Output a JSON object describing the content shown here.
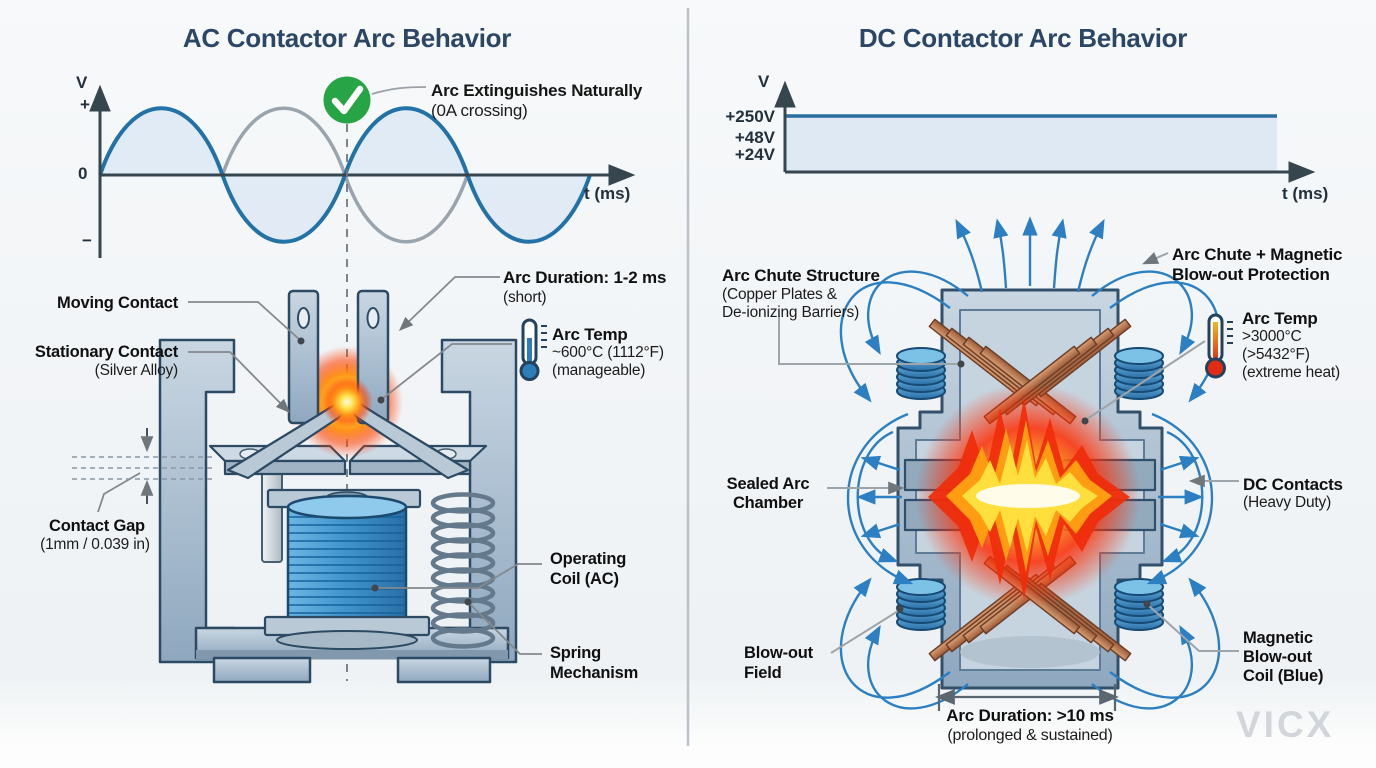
{
  "watermark": "VICX",
  "colors": {
    "title_navy": "#2c4666",
    "wave_blue": "#2272a8",
    "wave_gray": "#9aa4ad",
    "area_fill_blue": "#dfe9f4",
    "check_green": "#27a546",
    "field_line_blue": "#2b7fc2",
    "arc_red": "#ef2c0c",
    "arc_orange": "#ff9c12",
    "arc_yellow": "#ffdf3e",
    "copper": "#c08560",
    "coil_blue": "#4a9fd4"
  },
  "left_panel": {
    "title": "AC Contactor Arc Behavior",
    "graph": {
      "y_axis": "V",
      "tick_plus": "+",
      "tick_zero": "0",
      "tick_minus": "−",
      "x_axis": "t (ms)",
      "note1": "Arc Extinguishes Naturally",
      "note2": "(0A crossing)"
    },
    "labels": {
      "moving_contact": "Moving Contact",
      "stationary1": "Stationary Contact",
      "stationary2": "(Silver Alloy)",
      "gap1": "Contact Gap",
      "gap2": "(1mm / 0.039 in)",
      "duration1": "Arc Duration: 1-2 ms",
      "duration2": "(short)",
      "temp1": "Arc Temp",
      "temp2": "~600°C (1112°F)",
      "temp3": "(manageable)",
      "coil1": "Operating",
      "coil2": "Coil (AC)",
      "spring1": "Spring",
      "spring2": "Mechanism"
    }
  },
  "right_panel": {
    "title": "DC Contactor Arc Behavior",
    "graph": {
      "y_axis": "V",
      "tick_250": "+250V",
      "tick_48": "+48V",
      "tick_24": "+24V",
      "x_axis": "t (ms)"
    },
    "labels": {
      "chute1": "Arc Chute Structure",
      "chute2": "(Copper Plates &",
      "chute3": "De-ionizing Barriers)",
      "protect1": "Arc Chute + Magnetic",
      "protect2": "Blow-out Protection",
      "temp1": "Arc Temp",
      "temp2": ">3000°C",
      "temp3": "(>5432°F)",
      "temp4": "(extreme heat)",
      "chamber1": "Sealed Arc",
      "chamber2": "Chamber",
      "contacts1": "DC Contacts",
      "contacts2": "(Heavy Duty)",
      "blowfield1": "Blow-out",
      "blowfield2": "Field",
      "magcoil1": "Magnetic",
      "magcoil2": "Blow-out",
      "magcoil3": "Coil (Blue)",
      "duration1": "Arc Duration: >10 ms",
      "duration2": "(prolonged & sustained)"
    }
  },
  "chart_data": [
    {
      "type": "line",
      "panel": "AC",
      "title": "AC voltage sine waveform",
      "xlabel": "t (ms)",
      "ylabel": "V",
      "y_ticks": [
        "+",
        "0",
        "−"
      ],
      "series": [
        {
          "name": "active phase (blue)",
          "shape": "sine wave, 2 full cycles, zero crossings every half cycle"
        },
        {
          "name": "complementary phase (gray)",
          "shape": "inverted sine, 1 cycle in middle of span"
        }
      ],
      "annotation": "Arc Extinguishes Naturally (0A crossing)",
      "grid": false
    },
    {
      "type": "line",
      "panel": "DC",
      "title": "DC voltage level",
      "xlabel": "t (ms)",
      "ylabel": "V",
      "y_ticks": [
        "+250V",
        "+48V",
        "+24V"
      ],
      "series": [
        {
          "name": "constant DC voltage",
          "shape": "flat horizontal line at top level, shaded to axis, no zero crossing"
        }
      ],
      "grid": false
    }
  ]
}
